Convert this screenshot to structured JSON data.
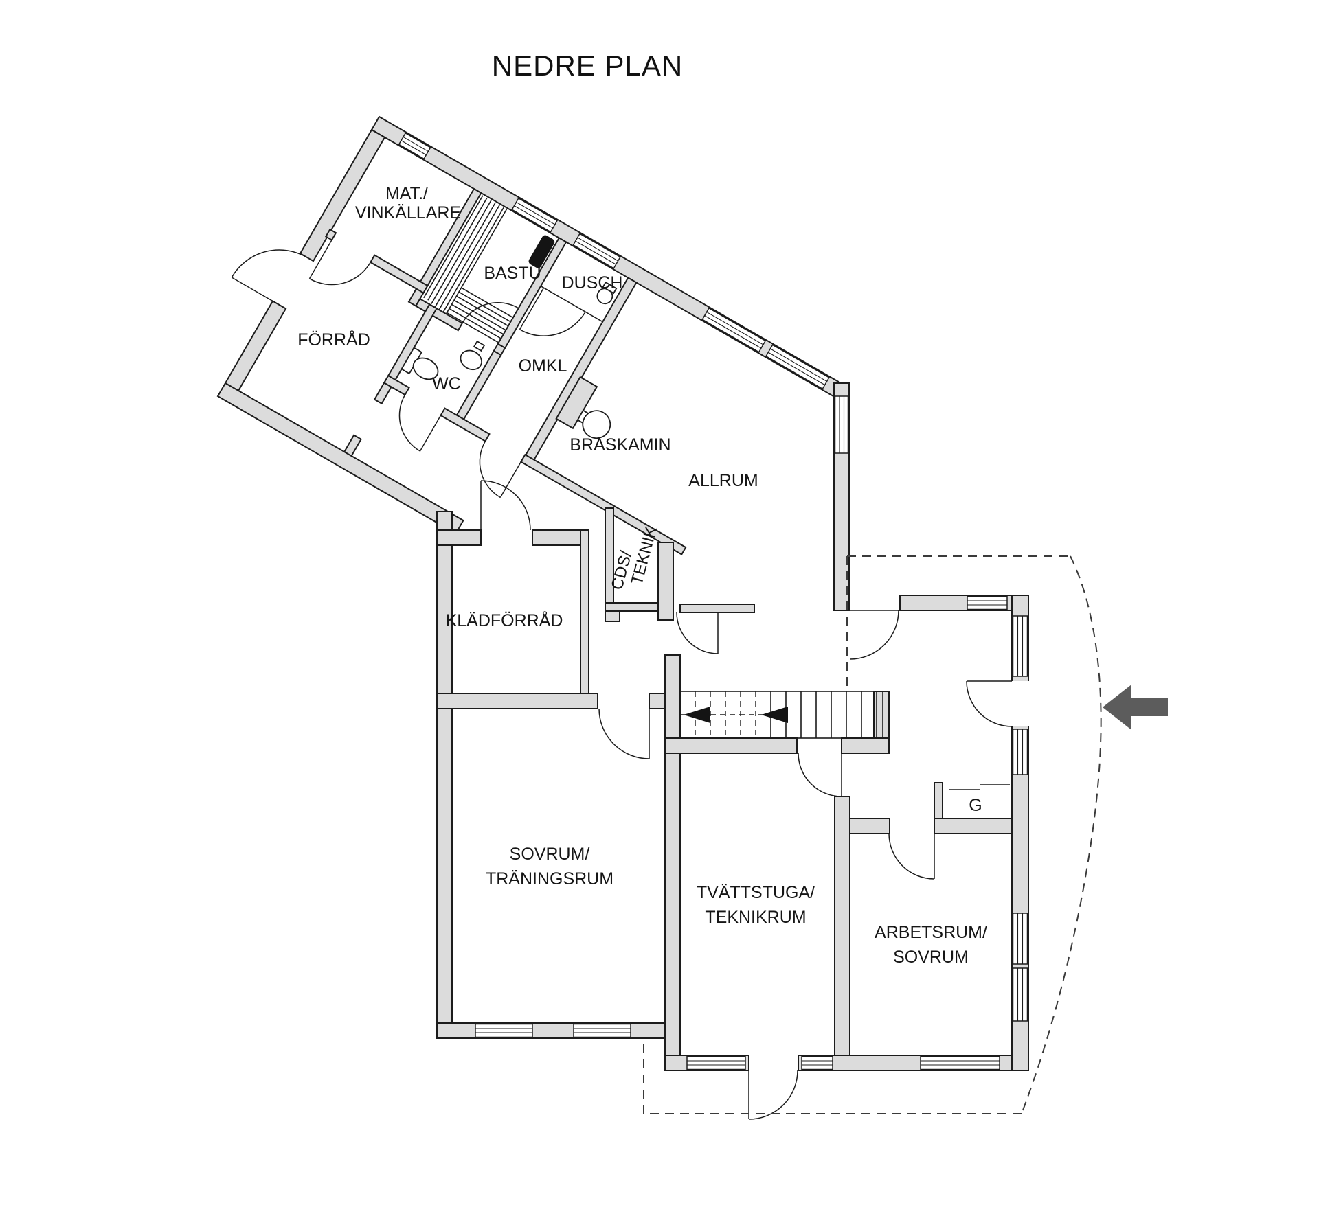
{
  "title": "NEDRE PLAN",
  "colors": {
    "wall_fill": "#dcdcdc",
    "line": "#1c1c1c",
    "dashed_outline": "#3a3a3a",
    "entrance_arrow": "#5c5c5c",
    "background": "#ffffff"
  },
  "rooms": {
    "mat": [
      "MAT./",
      "VINKÄLLARE"
    ],
    "bastu": "BASTU",
    "dusch": "DUSCH",
    "forrad": "FÖRRÅD",
    "wc": "WC",
    "omkl": "OMKL",
    "braskamin": "BRASKAMIN",
    "allrum": "ALLRUM",
    "cds": [
      "CDS/",
      "TEKNIK"
    ],
    "kladforrad": "KLÄDFÖRRÅD",
    "sovrum": [
      "SOVRUM/",
      "TRÄNINGSRUM"
    ],
    "tvattstuga": [
      "TVÄTTSTUGA/",
      "TEKNIKRUM"
    ],
    "arbetsrum": [
      "ARBETSRUM/",
      "SOVRUM"
    ],
    "garderob": "G"
  },
  "icons": {
    "entrance_arrow": "left-arrow",
    "stair_direction": "left-arrows",
    "fixtures": [
      "toilet",
      "sink",
      "shower-head",
      "wood-stove",
      "sauna-heater",
      "sauna-benches"
    ]
  }
}
